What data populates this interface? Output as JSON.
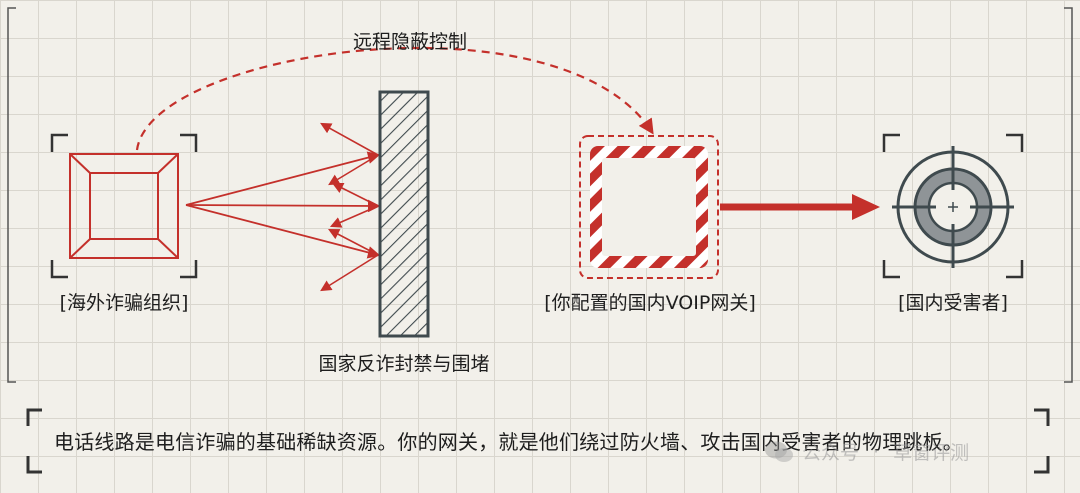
{
  "diagram": {
    "remote_label": "远程隐蔽控制",
    "wall_label": "国家反诈封禁与围堵",
    "nodes": {
      "source_label": "[海外诈骗组织]",
      "gateway_label": "[你配置的国内VOIP网关]",
      "target_label": "[国内受害者]"
    }
  },
  "caption": {
    "text": "电话线路是电信诈骗的基础稀缺资源。你的网关，就是他们绕过防火墙、攻击国内受害者的物理跳板。"
  },
  "watermark": {
    "brand": "公众号",
    "author": "草窗评测"
  },
  "colors": {
    "accent_red": "#c4302b",
    "ink": "#1e1e1e",
    "wall": "#3f4a4e",
    "target_gray": "#8f9497"
  }
}
